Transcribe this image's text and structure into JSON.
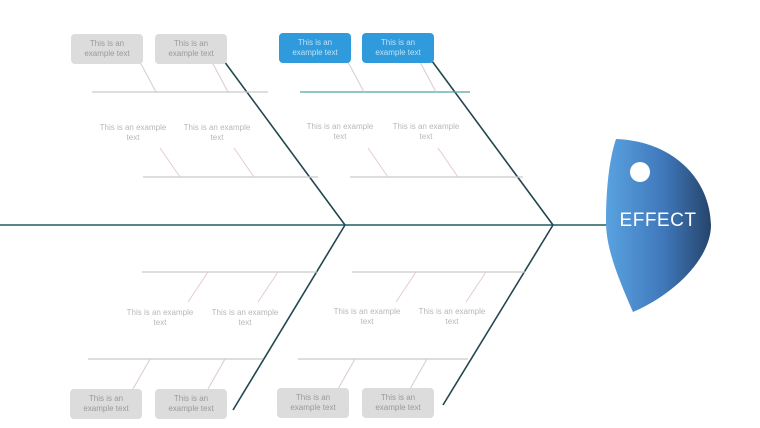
{
  "diagram": {
    "type": "fishbone",
    "effect_label": "EFFECT",
    "colors": {
      "spine": "#1f5f62",
      "rib": "#23474f",
      "branch": "#c9c9c9",
      "branch_accent": "#4ea4a0",
      "gray_box": "#dcdcdc",
      "blue_box": "#2f9bdc",
      "head_light": "#4f95d6",
      "head_dark": "#2a4f7d"
    },
    "boxes": [
      {
        "text": "This is an example text",
        "style": "gray"
      },
      {
        "text": "This is an example text",
        "style": "gray"
      },
      {
        "text": "This is an example text",
        "style": "blue"
      },
      {
        "text": "This is an example text",
        "style": "blue"
      },
      {
        "text": "This is an example text",
        "style": "gray"
      },
      {
        "text": "This is an example text",
        "style": "gray"
      },
      {
        "text": "This is an example text",
        "style": "gray"
      },
      {
        "text": "This is an example text",
        "style": "gray"
      }
    ],
    "labels": [
      {
        "text": "This is an example text"
      },
      {
        "text": "This is an example text"
      },
      {
        "text": "This is an example text"
      },
      {
        "text": "This is an example text"
      },
      {
        "text": "This is an example text"
      },
      {
        "text": "This is an example text"
      },
      {
        "text": "This is an example text"
      },
      {
        "text": "This is an example text"
      }
    ]
  }
}
